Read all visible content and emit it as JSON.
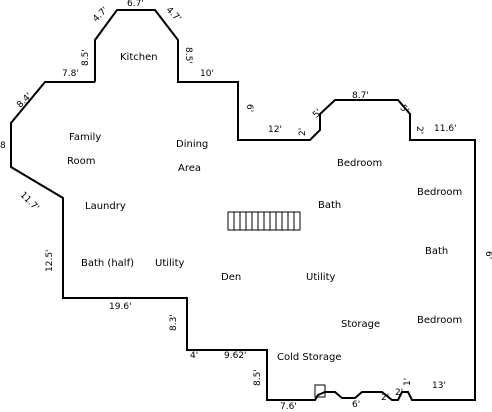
{
  "colors": {
    "wall": "#000000",
    "background": "#ffffff"
  },
  "rooms": {
    "kitchen": "Kitchen",
    "family": "Family",
    "room": "Room",
    "dining": "Dining",
    "area": "Area",
    "bedroom_1": "Bedroom",
    "bedroom_2": "Bedroom",
    "bedroom_3": "Bedroom",
    "bath_1": "Bath",
    "bath_2": "Bath",
    "laundry": "Laundry",
    "bath_half": "Bath (half)",
    "utility_1": "Utility",
    "utility_2": "Utility",
    "den": "Den",
    "storage": "Storage",
    "cold_storage": "Cold Storage"
  },
  "dimensions": {
    "top_6_7": "6.7'",
    "left_4_7": "4.7'",
    "right_4_7": "4.7'",
    "left_8_5": "8.5'",
    "right_8_5": "8.5'",
    "d_7_8": "7.8'",
    "d_10": "10'",
    "d_8_4": "8.4'",
    "d_8": "8",
    "d_6": "6'",
    "d_12": "12'",
    "d_2_a": "2'",
    "d_5_a": "5'",
    "d_8_7": "8.7'",
    "d_5_b": "5'",
    "d_2_b": "2'",
    "d_11_6": "11.6'",
    "d_11_7": "11.7'",
    "d_12_5": "12.5'",
    "d_19_6": "19.6'",
    "d_8_3": "8.3'",
    "d_4": "4'",
    "d_9_62": "9.62'",
    "d_8_5_b": "8.5'",
    "d_7_6": "7.6'",
    "d_6_b": "6'",
    "d_2_c": "2'",
    "d_2_d": "2'",
    "d_13": "13'",
    "d_1": "1'",
    "d_right": "6'"
  }
}
